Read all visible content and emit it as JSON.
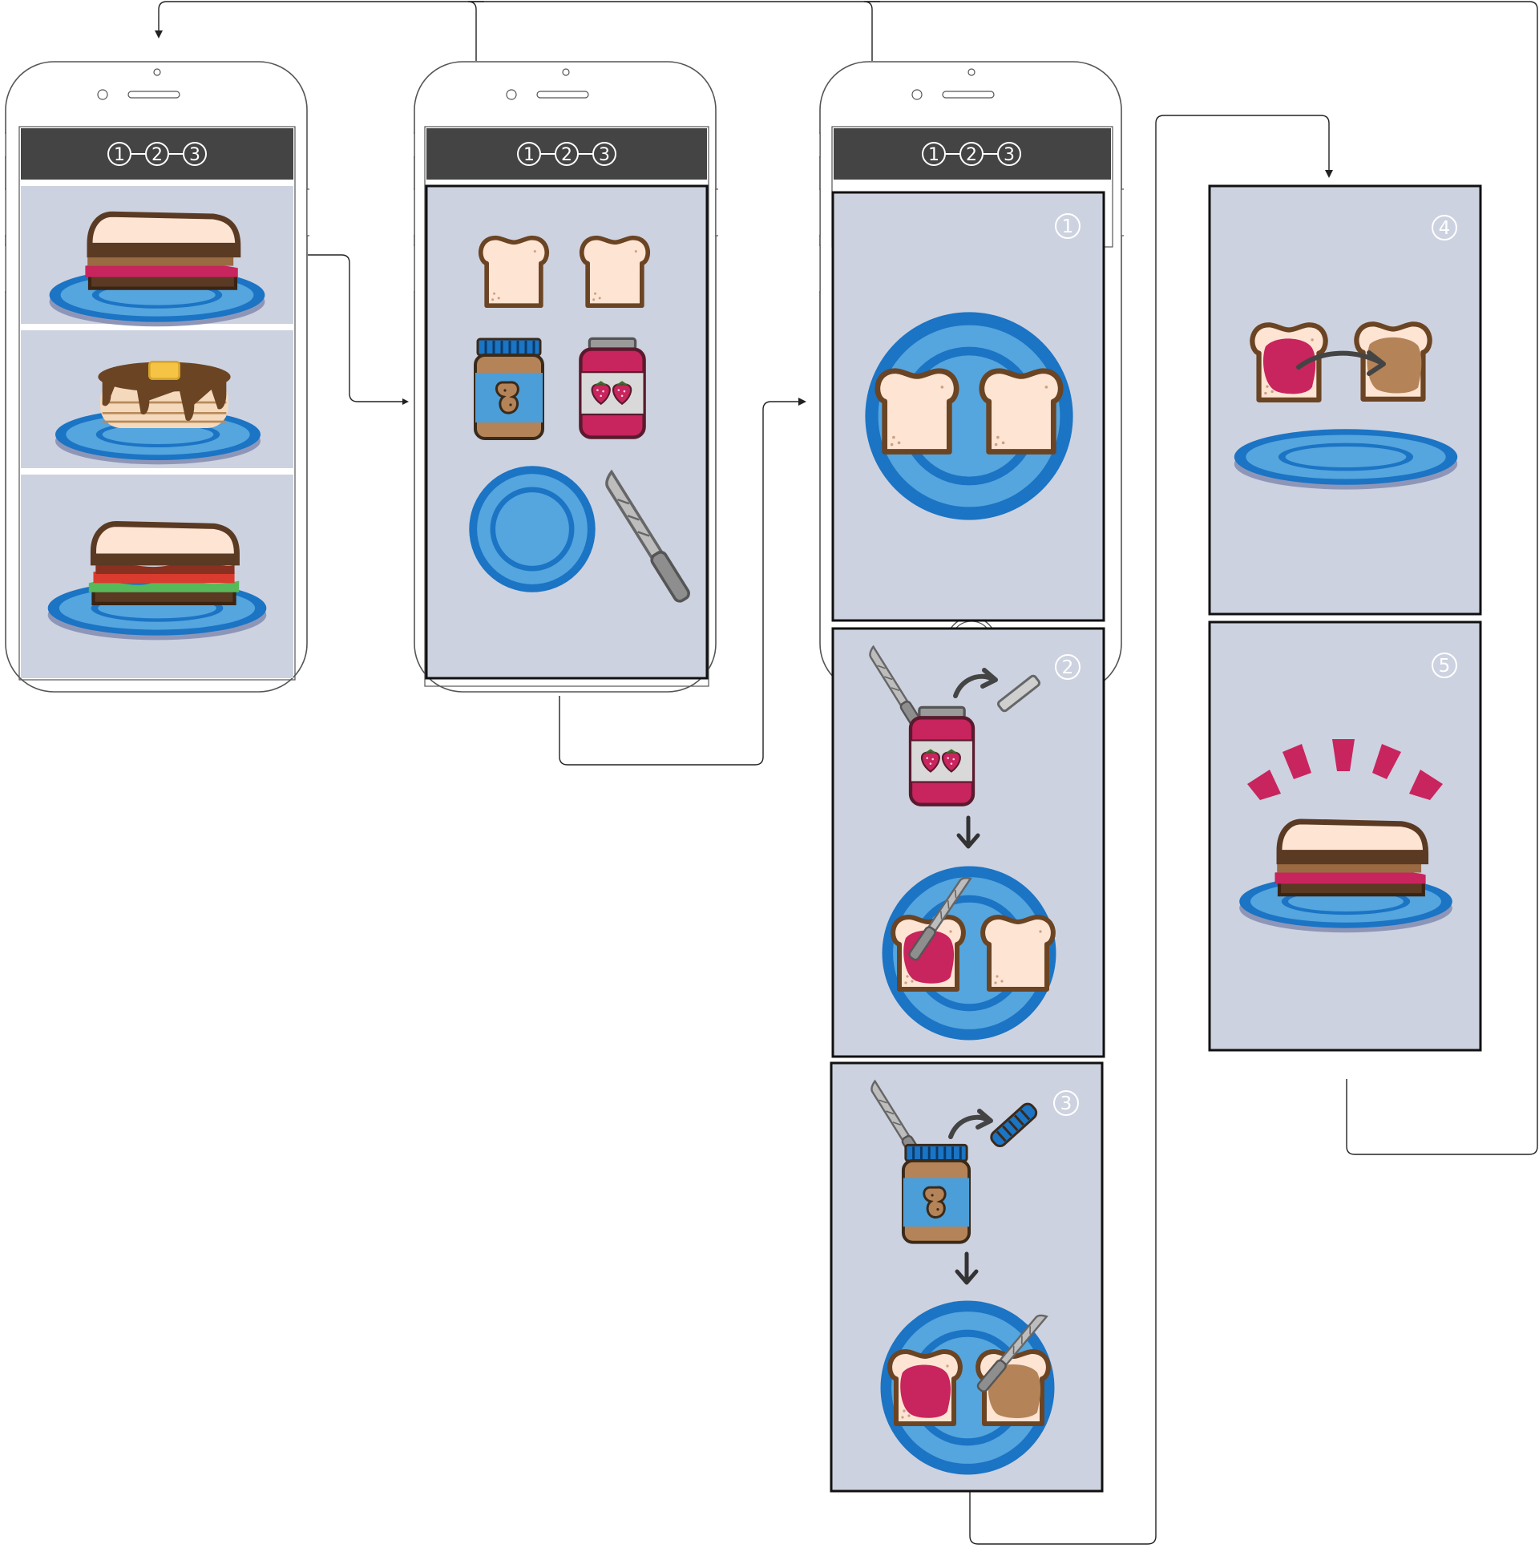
{
  "header": {
    "steps": [
      "1",
      "2",
      "3"
    ]
  },
  "recipe_menu": [
    {
      "id": "pbj-sandwich"
    },
    {
      "id": "pancakes"
    },
    {
      "id": "blt-sandwich"
    }
  ],
  "instruction_panels": [
    {
      "number": "1",
      "content": "two-bread-slices-on-plate"
    },
    {
      "number": "2",
      "content": "jelly-jar-spread-on-bread"
    },
    {
      "number": "3",
      "content": "peanut-butter-spread-on-bread"
    },
    {
      "number": "4",
      "content": "flip-bread-together"
    },
    {
      "number": "5",
      "content": "finished-sandwich-celebration"
    }
  ],
  "ingredients": [
    "bread",
    "bread",
    "peanut-butter",
    "jelly",
    "plate",
    "knife"
  ],
  "colors": {
    "header": "#444444",
    "panel_bg": "#cdd2e0",
    "plate": "#1b74c4",
    "plate_light": "#55a5de",
    "bread": "#fde4d3",
    "crust": "#6b4423",
    "jelly": "#c8245e",
    "peanut_butter": "#b48358",
    "knife": "#8e8e8e",
    "celebration": "#c8245e"
  }
}
